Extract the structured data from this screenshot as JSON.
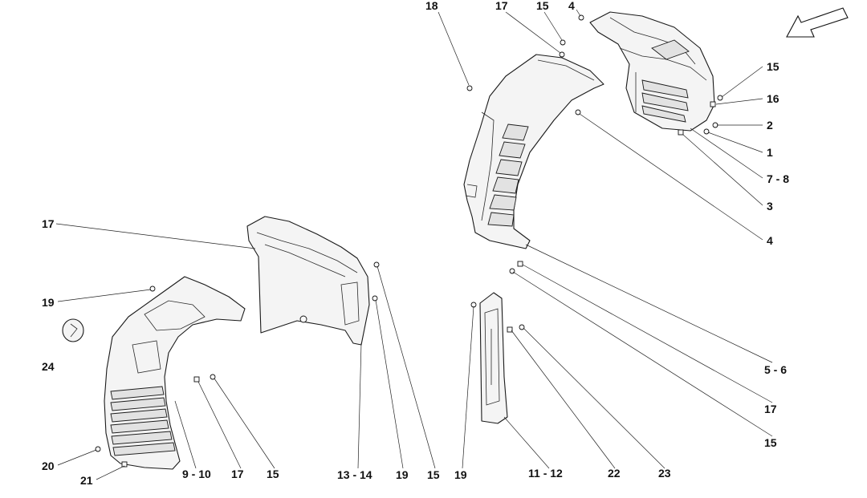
{
  "callouts": [
    {
      "label": "18"
    },
    {
      "label": "17"
    },
    {
      "label": "15"
    },
    {
      "label": "4"
    },
    {
      "label": "15"
    },
    {
      "label": "16"
    },
    {
      "label": "2"
    },
    {
      "label": "1"
    },
    {
      "label": "7 - 8"
    },
    {
      "label": "3"
    },
    {
      "label": "4"
    },
    {
      "label": "17"
    },
    {
      "label": "19"
    },
    {
      "label": "24"
    },
    {
      "label": "20"
    },
    {
      "label": "21"
    },
    {
      "label": "9 - 10"
    },
    {
      "label": "17"
    },
    {
      "label": "15"
    },
    {
      "label": "13 - 14"
    },
    {
      "label": "19"
    },
    {
      "label": "15"
    },
    {
      "label": "19"
    },
    {
      "label": "11 - 12"
    },
    {
      "label": "22"
    },
    {
      "label": "23"
    },
    {
      "label": "5 - 6"
    },
    {
      "label": "17"
    },
    {
      "label": "15"
    }
  ],
  "icons": {
    "orientation_arrow": "direction-arrow-icon"
  }
}
